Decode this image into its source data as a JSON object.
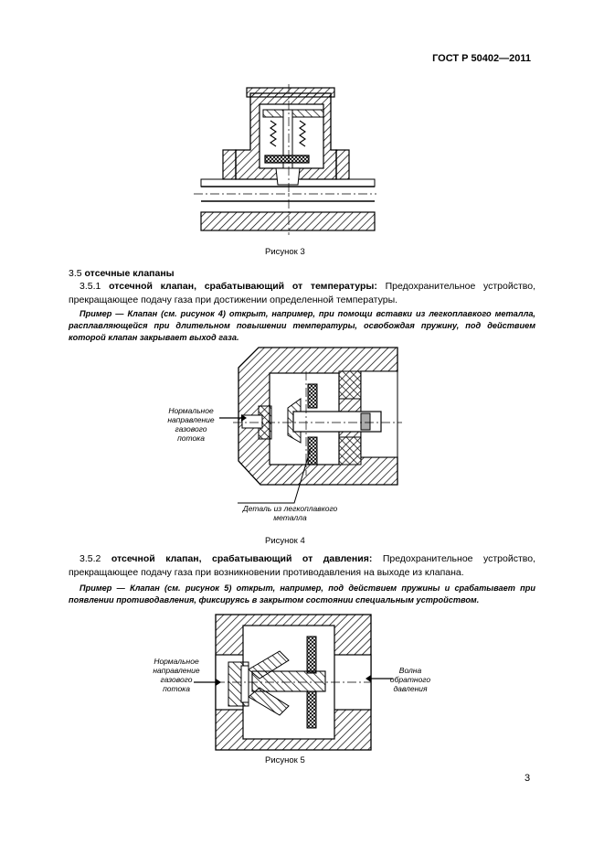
{
  "header": {
    "standard": "ГОСТ Р 50402—2011"
  },
  "figure3": {
    "caption": "Рисунок 3"
  },
  "section": {
    "number": "3.5",
    "title": "отсечные клапаны",
    "item1": {
      "number": "3.5.1",
      "term": "отсечной клапан, срабатывающий от температуры:",
      "definition": "Предохранительное устройство, прекращающее подачу газа при достижении определенной температуры.",
      "example_label": "Пример —",
      "example": "Клапан (см. рисунок 4) открыт, например, при помощи вставки из легкоплавкого металла, расплавляющейся при длительном повышении температуры, освобождая пружину, под действием которой клапан закрывает выход газа."
    },
    "item2": {
      "number": "3.5.2",
      "term": "отсечной клапан, срабатывающий от давления:",
      "definition": "Предохранительное устройство, прекращающее подачу газа при возникновении противодавления на выходе из клапана.",
      "example_label": "Пример —",
      "example": "Клапан (см. рисунок 5) открыт, например, под действием пружины и срабатывает при появлении противодавления, фиксируясь в закрытом состоянии специальным устройством."
    }
  },
  "figure4": {
    "caption": "Рисунок 4",
    "label_flow": [
      "Нормальное",
      "направление",
      "газового",
      "потока"
    ],
    "label_part": [
      "Деталь из легкоплавкого",
      "металла"
    ]
  },
  "figure5": {
    "caption": "Рисунок 5",
    "label_flow": [
      "Нормальное",
      "направление",
      "газового",
      "потока"
    ],
    "label_back": [
      "Волна",
      "обратного",
      "давления"
    ]
  },
  "page_number": "3"
}
